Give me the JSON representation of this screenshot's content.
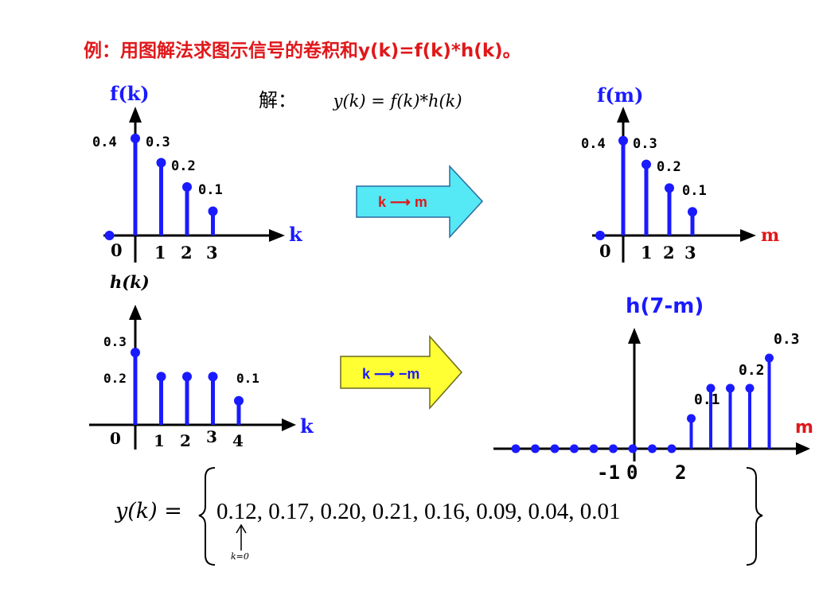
{
  "title": "例：用图解法求图示信号的卷积和y(k)=f(k)*h(k)。",
  "solution_label": "解：",
  "solution_formula": "y(k) = f(k)*h(k)",
  "arrow1_text": "k ⟶ m",
  "arrow2_text": "k ⟶ −m",
  "colors": {
    "stem": "#1a1aff",
    "accent": "#e0181b",
    "arrow_cyan": "#55e8f5",
    "arrow_yellow": "#ffff33"
  },
  "result": {
    "lhs": "y(k) =",
    "values": "0.12, 0.17, 0.20, 0.21, 0.16, 0.09, 0.04, 0.01",
    "marker": "k=0"
  },
  "chart_data": [
    {
      "type": "stem",
      "title": "f(k)",
      "xlabel": "k",
      "x": [
        -1,
        0,
        1,
        2,
        3
      ],
      "values": [
        0,
        0.4,
        0.3,
        0.2,
        0.1
      ],
      "tick_labels": [
        "0",
        "1",
        "2",
        "3"
      ],
      "value_labels": [
        "0.4",
        "0.3",
        "0.2",
        "0.1"
      ]
    },
    {
      "type": "stem",
      "title": "f(m)",
      "xlabel": "m",
      "x": [
        -1,
        0,
        1,
        2,
        3
      ],
      "values": [
        0,
        0.4,
        0.3,
        0.2,
        0.1
      ],
      "tick_labels": [
        "0",
        "1",
        "2",
        "3"
      ],
      "value_labels": [
        "0.4",
        "0.3",
        "0.2",
        "0.1"
      ]
    },
    {
      "type": "stem",
      "title": "h(k)",
      "xlabel": "k",
      "x": [
        0,
        1,
        2,
        3,
        4
      ],
      "values": [
        0.3,
        0.2,
        0.2,
        0.2,
        0.1
      ],
      "tick_labels": [
        "0",
        "1",
        "2",
        "3",
        "4"
      ],
      "value_labels": [
        "0.3",
        "0.2",
        "0.1"
      ]
    },
    {
      "type": "stem",
      "title": "h(7-m)",
      "xlabel": "m",
      "x": [
        -6,
        -5,
        -4,
        -3,
        -2,
        -1,
        0,
        1,
        2,
        3,
        4,
        5,
        6,
        7
      ],
      "values": [
        0,
        0,
        0,
        0,
        0,
        0,
        0,
        0,
        0,
        0.1,
        0.2,
        0.2,
        0.2,
        0.3
      ],
      "tick_labels": [
        "-1",
        "0",
        "2"
      ],
      "value_labels": [
        "0.1",
        "0.2",
        "0.3"
      ]
    }
  ]
}
